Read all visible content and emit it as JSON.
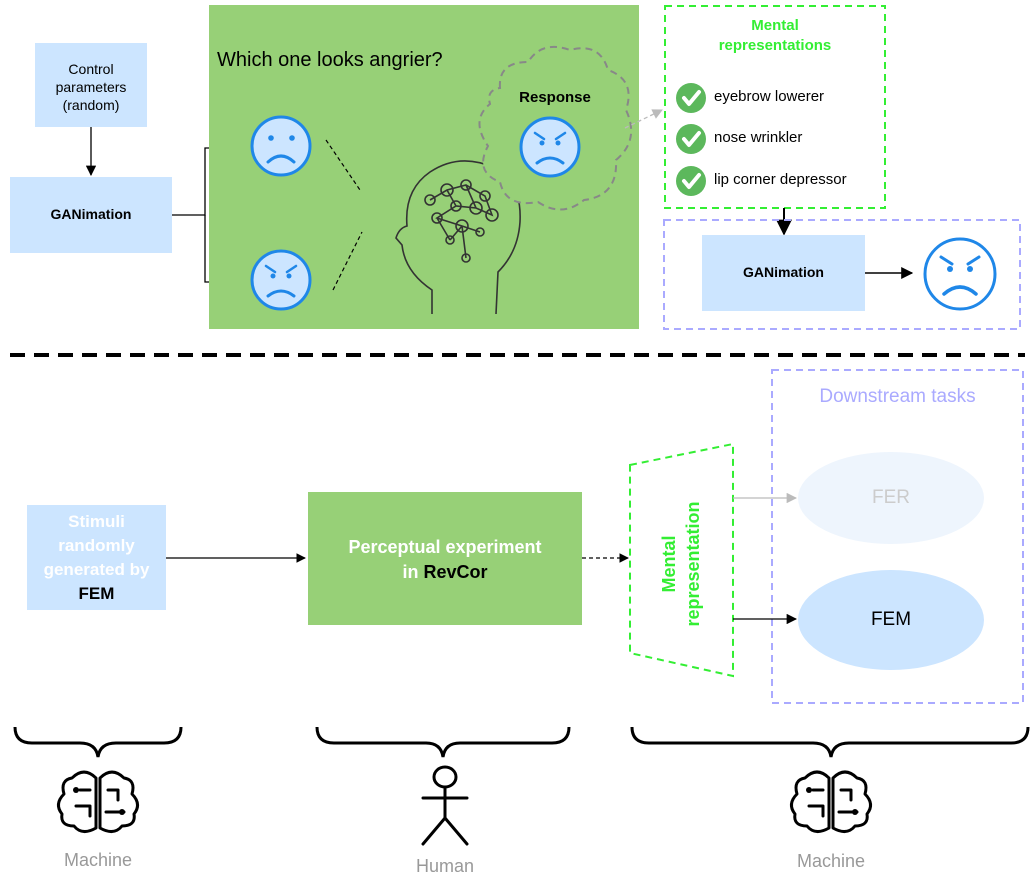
{
  "top": {
    "control_box": "Control parameters (random)",
    "ganimation_left": "GANimation",
    "question": "Which one looks angrier?",
    "response": "Response",
    "mental_title": "Mental representations",
    "checklist": [
      "eyebrow lowerer",
      "nose wrinkler",
      "lip corner depressor"
    ],
    "ganimation_right": "GANimation"
  },
  "bottom": {
    "stimuli_line1": "Stimuli",
    "stimuli_line2": "randomly",
    "stimuli_line3": "generated by",
    "stimuli_line4": "FEM",
    "perceptual_line1": "Perceptual experiment",
    "perceptual_line2_prefix": "in",
    "perceptual_line2_bold": "RevCor",
    "mental_rep_line1": "Mental",
    "mental_rep_line2": "representation",
    "downstream_title": "Downstream tasks",
    "fer": "FER",
    "fem": "FEM"
  },
  "roles": {
    "machine_left": "Machine",
    "human": "Human",
    "machine_right": "Machine"
  },
  "colors": {
    "green_panel": "#97d077",
    "light_blue": "#cce5ff",
    "dash_green": "#33ee33",
    "dash_purple": "#aaaaff",
    "face_blue": "#1f87e8",
    "check_green": "#5cb85c",
    "gray_text": "#999999"
  }
}
